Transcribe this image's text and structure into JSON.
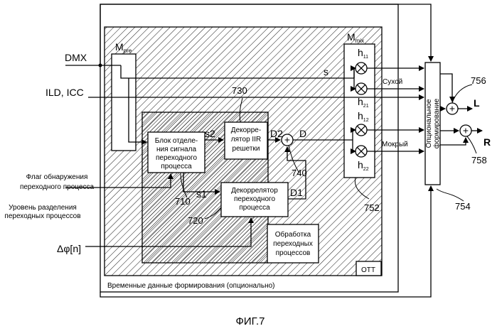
{
  "inputs": {
    "dmx": "DMX",
    "ild_icc": "ILD, ICC",
    "transient_flag": [
      "Флаг обнаружения",
      "переходного процесса"
    ],
    "separation_level": [
      "Уровень разделения",
      "переходных процессов"
    ],
    "delta_phi": "Δφ[n]"
  },
  "matrices": {
    "pre": {
      "main": "M",
      "sub": "pre"
    },
    "mix": {
      "main": "M",
      "sub": "mix"
    },
    "h11": {
      "main": "h",
      "sub": "11"
    },
    "h21": {
      "main": "h",
      "sub": "21"
    },
    "h12": {
      "main": "h",
      "sub": "12"
    },
    "h22": {
      "main": "h",
      "sub": "22"
    }
  },
  "blocks": {
    "separation": [
      "Блок отделе-",
      "ния сигнала",
      "переходного",
      "процесса"
    ],
    "iir_decorrelator": [
      "Декорре-",
      "лятор IIR",
      "решетки"
    ],
    "transient_decorrelator": [
      "Декоррелятор",
      "переходного",
      "процесса"
    ],
    "transient_processing": [
      "Обработка",
      "переходных",
      "процессов"
    ],
    "ott": "OTT",
    "optional_shaping": [
      "Опциональное",
      "формирование"
    ]
  },
  "signals": {
    "s": "s",
    "s1": "s1",
    "s2": "s2",
    "d1": "D1",
    "d2": "D2",
    "d": "D",
    "dry": "Сухой",
    "wet": "Мокрый",
    "left": "L",
    "right": "R",
    "plus": "+"
  },
  "refs": {
    "r730": "730",
    "r710": "710",
    "r720": "720",
    "r740": "740",
    "r752": "752",
    "r754": "754",
    "r756": "756",
    "r758": "758"
  },
  "footer": "Временные данные формирования (опционально)",
  "figure_caption": "ФИГ.7"
}
